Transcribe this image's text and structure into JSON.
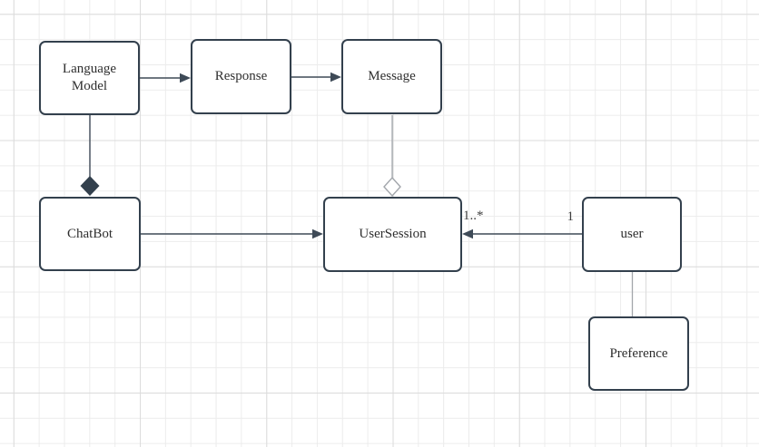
{
  "diagram": {
    "nodes": {
      "language_model": {
        "label": "Language Model"
      },
      "response": {
        "label": "Response"
      },
      "message": {
        "label": "Message"
      },
      "chatbot": {
        "label": "ChatBot"
      },
      "user_session": {
        "label": "UserSession"
      },
      "user": {
        "label": "user"
      },
      "preference": {
        "label": "Preference"
      }
    },
    "edges": {
      "language_model_to_response": {
        "type": "directed-arrow"
      },
      "response_to_message": {
        "type": "directed-arrow"
      },
      "language_model_to_chatbot": {
        "type": "composition-filled-diamond"
      },
      "message_to_user_session": {
        "type": "aggregation-open-diamond"
      },
      "chatbot_to_user_session": {
        "type": "directed-arrow"
      },
      "user_to_user_session": {
        "type": "directed-arrow",
        "source_multiplicity": "1",
        "target_multiplicity": "1..*"
      },
      "user_to_preference": {
        "type": "plain-line"
      }
    },
    "colors": {
      "canvas_background": "#ffffff",
      "grid_minor": "#ececec",
      "grid_major": "#dcdcdc",
      "node_fill": "#ffffff",
      "node_border": "#33404d",
      "node_text": "#2e2e2e",
      "edge_dark": "#3e4a57",
      "edge_light": "#a2a6ab",
      "multiplicity_text": "#3f3f3f"
    }
  }
}
